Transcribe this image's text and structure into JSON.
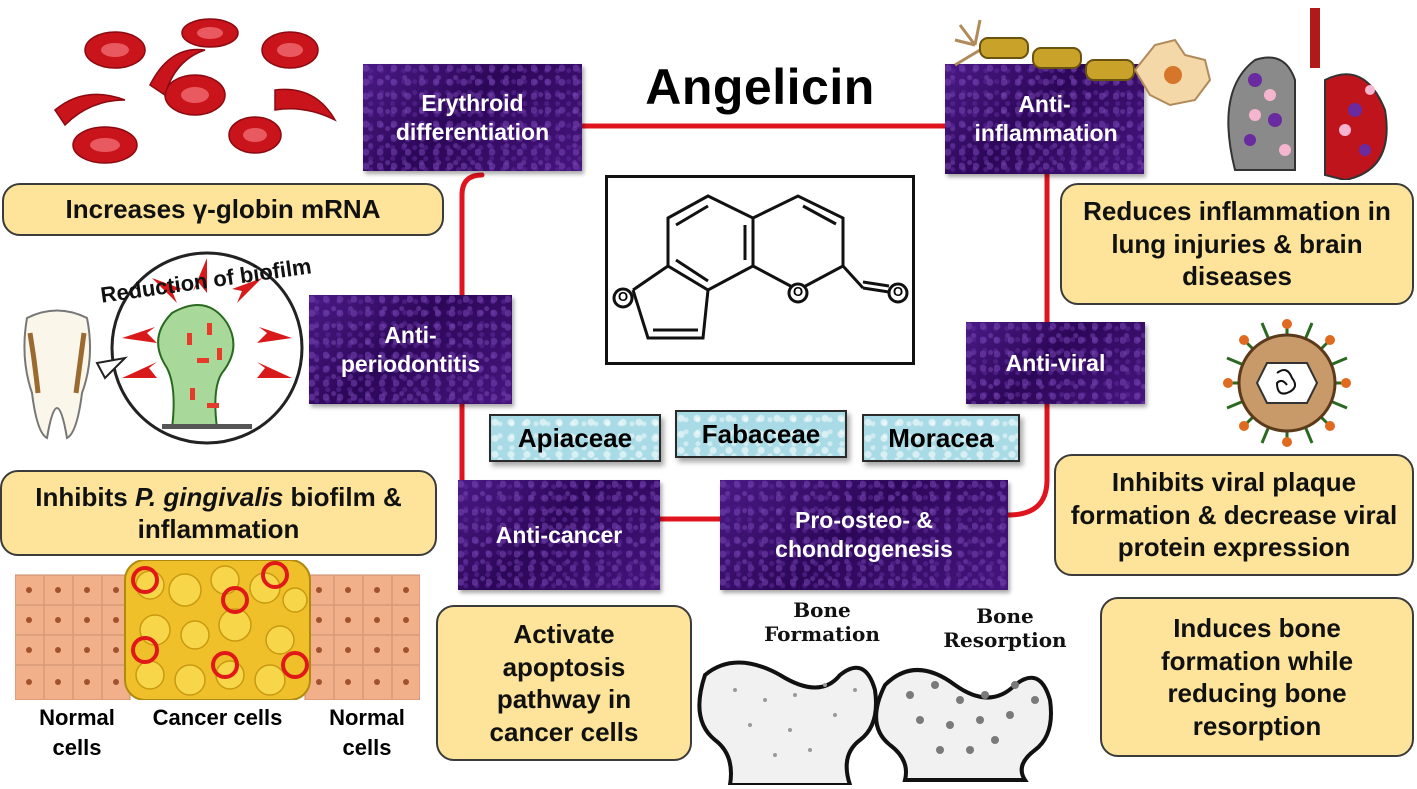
{
  "title": "Angelicin",
  "activities": {
    "erythroid": "Erythroid differentiation",
    "anti_inflammation": "Anti-inflammation",
    "anti_periodontitis": "Anti-periodontitis",
    "anti_viral": "Anti-viral",
    "anti_cancer": "Anti-cancer",
    "osteo": "Pro-osteo- & chondrogenesis"
  },
  "effects": {
    "globin": "Increases γ-globin mRNA",
    "inflammation": "Reduces inflammation in lung injuries & brain diseases",
    "biofilm_pre": "Inhibits ",
    "biofilm_species": "P. gingivalis",
    "biofilm_post": " biofilm  & inflammation",
    "viral": "Inhibits viral plaque formation & decrease viral protein expression",
    "cancer": "Activate apoptosis pathway in cancer cells",
    "bone": "Induces bone formation while reducing bone resorption"
  },
  "plant_families": [
    "Apiaceae",
    "Fabaceae",
    "Moracea"
  ],
  "molecule_atoms": {
    "ring_o1": "O",
    "ring_o2": "O",
    "carbonyl_o": "O"
  },
  "labels": {
    "biofilm_arc": "Reduction of biofilm",
    "normal_cells_left": "Normal cells",
    "cancer_cells": "Cancer cells",
    "normal_cells_right": "Normal cells",
    "bone_formation": "Bone Formation",
    "bone_resorption": "Bone Resorption"
  },
  "colors": {
    "connector": "#e0141e",
    "panel": "#3a0f6e",
    "effect_box": "#fde49a",
    "family_box": "#a9dbe6"
  }
}
